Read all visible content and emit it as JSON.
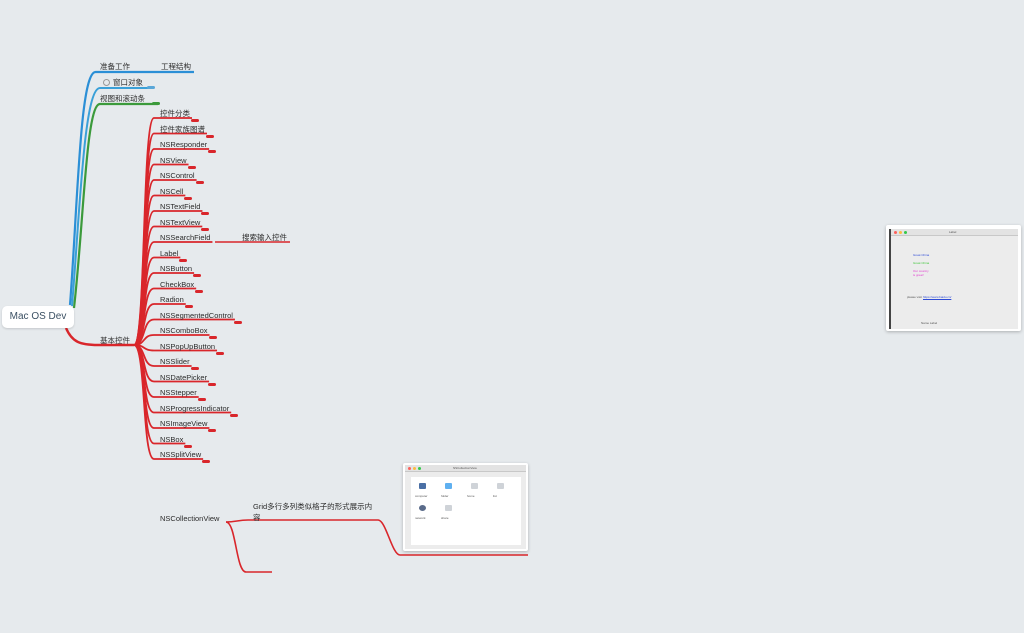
{
  "root": "Mac OS Dev",
  "branches": {
    "b1": "准备工作",
    "b1_child": "工程结构",
    "b2": "窗口对象",
    "b3": "视图和滚动条",
    "b4": "基本控件"
  },
  "controls": [
    "控件分类",
    "控件家族图谱",
    "NSResponder",
    "NSView",
    "NSControl",
    "NSCell",
    "NSTextField",
    "NSTextView",
    "NSSearchField",
    "Label",
    "NSButton",
    "CheckBox",
    "Radion",
    "NSSegmentedControl",
    "NSComboBox",
    "NSPopUpButton",
    "NSSlider",
    "NSDatePicker",
    "NSStepper",
    "NSProgressIndicator",
    "NSImageView",
    "NSBox",
    "NSSplitView"
  ],
  "search_child": "搜索输入控件",
  "collection": "NSCollectionView",
  "collection_note": "Grid多行多列类似格子的形式展示内容",
  "colors": {
    "blue": "#2b8fd6",
    "green": "#3b9a3b",
    "red": "#d9262b",
    "background": "#e6eaed"
  },
  "label_window": {
    "title": "Label",
    "line1": "Great China",
    "line2": "Great China",
    "line3a": "Our country",
    "line3b": "is great!",
    "link_prefix": "please visit",
    "link": "https://www.baidu.cn/",
    "footer": "Name Label"
  },
  "collection_window": {
    "title": "NSCollectionView",
    "items": [
      {
        "label": "computer",
        "icon": "computer-icon"
      },
      {
        "label": "folder",
        "icon": "folder-icon"
      },
      {
        "label": "home",
        "icon": "home-icon"
      },
      {
        "label": "list",
        "icon": "list-icon"
      },
      {
        "label": "network",
        "icon": "network-icon"
      },
      {
        "label": "share",
        "icon": "share-icon"
      }
    ]
  }
}
